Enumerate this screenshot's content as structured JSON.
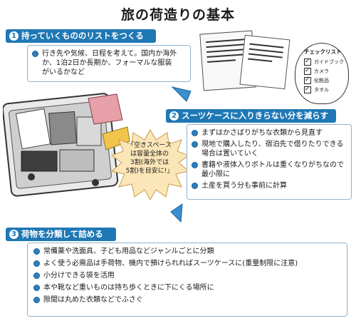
{
  "title": "旅の荷造りの基本",
  "section1": {
    "number": "1",
    "heading": "持っていくもののリストをつくる",
    "items": [
      "行き先や気候、日程を考えて。国内か海外か、1泊2日か長期か、フォーマルな服装がいるかなど"
    ]
  },
  "checklist": {
    "title": "チェックリスト",
    "items": [
      "ガイドブック",
      "カメラ",
      "化粧品",
      "タオル"
    ],
    "check_mark": "✓"
  },
  "badge": {
    "line1": "「空きスペース",
    "line2": "は容量全体の",
    "line3": "3割(海外では",
    "line4": "5割)を目安に!」"
  },
  "section2": {
    "number": "2",
    "heading": "スーツケースに入りきらない分を減らす",
    "items": [
      "まずはかさばりがちな衣類から見直す",
      "現地で購入したり、宿泊先で借りたりできる場合は置いていく",
      "書籍や液体入りボトルは重くなりがちなので最小限に",
      "土産を買う分も事前に計算"
    ]
  },
  "section3": {
    "number": "3",
    "heading": "荷物を分類して詰める",
    "items": [
      "常備薬や洗面具、子ども用品などジャンルごとに分類",
      "よく使う必需品は手荷物、機内で預けられればスーツケースに(重量制限に注意)",
      "小分けできる袋を活用",
      "本や靴など重いものは持ち歩くときに下にくる場所に",
      "隙間は丸めた衣類などでふさぐ"
    ]
  },
  "colors": {
    "accent": "#1f78b5",
    "box_border": "#8fb3d3",
    "badge": "#fbe6b8"
  },
  "icons": [
    "checkbox-icon",
    "arrow-down-icon",
    "suitcase-illustration",
    "document-icon"
  ]
}
